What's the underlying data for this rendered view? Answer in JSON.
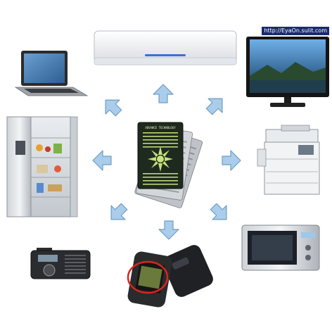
{
  "watermark": {
    "text": "http://EyaOn.sulit.com"
  },
  "center": {
    "card_heading": "ADVANCE TECHNOLOGY"
  },
  "devices": [
    {
      "name": "air-conditioner"
    },
    {
      "name": "television"
    },
    {
      "name": "photocopier"
    },
    {
      "name": "microwave-oven"
    },
    {
      "name": "mobile-phone"
    },
    {
      "name": "radio"
    },
    {
      "name": "refrigerator"
    },
    {
      "name": "laptop"
    }
  ],
  "colors": {
    "arrow_fill": "#a9cdea",
    "arrow_stroke": "#6f9cc4",
    "card_dark": "#1f2a1f",
    "card_pattern": "#c6e27a",
    "highlight_ring": "#d9261c"
  }
}
